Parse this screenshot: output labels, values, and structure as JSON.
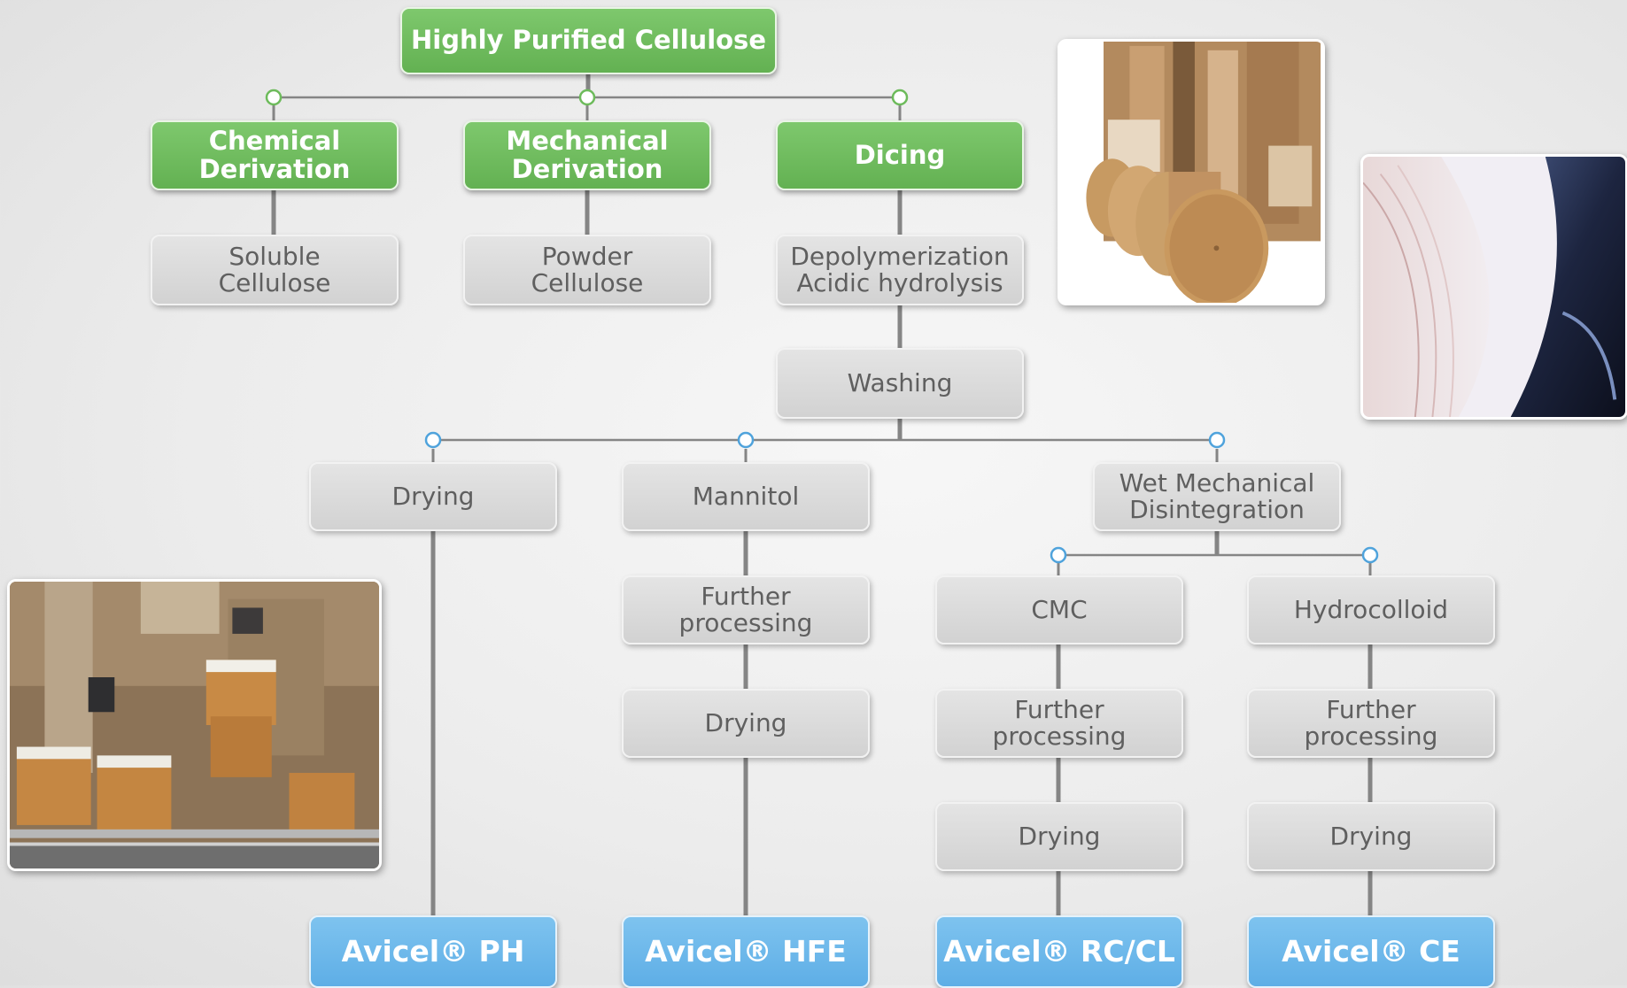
{
  "top": {
    "label": "Highly Purified Cellulose"
  },
  "branches": {
    "chemical": "Chemical\nDerivation",
    "mechanical": "Mechanical\nDerivation",
    "dicing": "Dicing"
  },
  "results": {
    "soluble": "Soluble\nCellulose",
    "powder": "Powder\nCellulose",
    "depolymerization": "Depolymerization\nAcidic hydrolysis"
  },
  "washing": "Washing",
  "level2": {
    "drying": "Drying",
    "mannitol": "Mannitol",
    "wet": "Wet Mechanical\nDisintegration"
  },
  "mannitol_chain": {
    "further": "Further\nprocessing",
    "drying": "Drying"
  },
  "wet_children": {
    "cmc": "CMC",
    "hydrocolloid": "Hydrocolloid"
  },
  "cmc_chain": {
    "further": "Further\nprocessing",
    "drying": "Drying"
  },
  "hydro_chain": {
    "further": "Further\nprocessing",
    "drying": "Drying"
  },
  "products": {
    "ph": "Avicel® PH",
    "hfe": "Avicel® HFE",
    "rccl": "Avicel® RC/CL",
    "ce": "Avicel® CE"
  },
  "colors": {
    "green": "#6dbb5b",
    "grey": "#d9d9d9",
    "blue": "#6bb8ea",
    "connector": "#808080",
    "green_node": "#6dbb5b",
    "blue_node": "#4fa3dc"
  },
  "images": {
    "paper_rolls": "paper-rolls-photo",
    "paper_sheets": "paper-sheets-photo",
    "factory": "factory-packaging-photo"
  }
}
